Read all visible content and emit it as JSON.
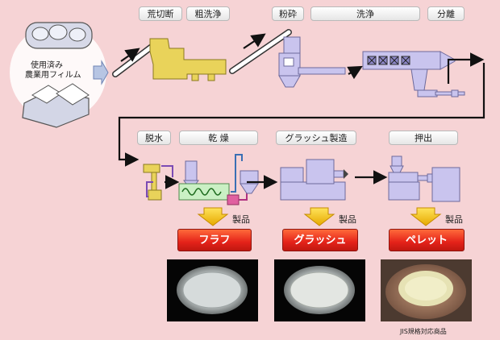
{
  "input": {
    "line1": "使用済み",
    "line2": "農業用フィルム"
  },
  "stages": {
    "arakiri": "荒切断",
    "soarai": "粗洗浄",
    "funsai": "粉砕",
    "senjo": "洗浄",
    "bunri": "分離",
    "dassui": "脱水",
    "kanso": "乾 燥",
    "grash_seizo": "グラッシュ製造",
    "oshidashi": "押出"
  },
  "products": {
    "label": "製品",
    "furafu": "フラフ",
    "grash": "グラッシュ",
    "pellet": "ペレット"
  },
  "photo_caption": "JIS規格対応商品",
  "colors": {
    "background": "#f6d3d5",
    "machine_lilac": "#c9c4ee",
    "machine_yellow": "#e9d35a",
    "product_red": "#e4221a",
    "arrow_yellow": "#f2c400"
  }
}
